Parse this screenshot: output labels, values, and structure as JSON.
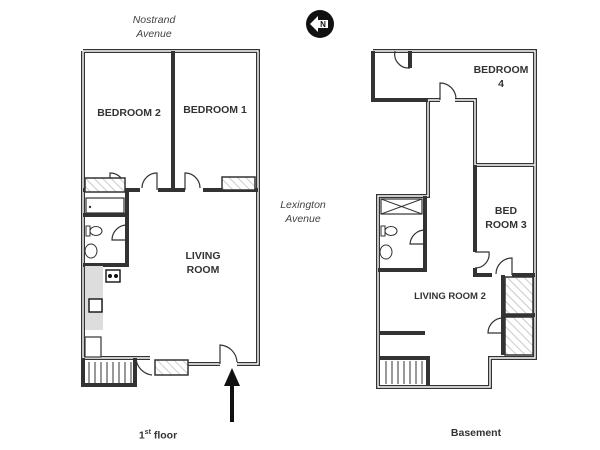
{
  "streets": {
    "north": [
      "Nostrand",
      "Avenue"
    ],
    "east": [
      "Lexington",
      "Avenue"
    ]
  },
  "compass": {
    "icon": "compass-north-arrow-icon",
    "letter": "N"
  },
  "first_floor": {
    "title": "1",
    "title_sup": "st",
    "title_rest": " floor",
    "rooms": {
      "bedroom2": "BEDROOM 2",
      "bedroom1": "BEDROOM 1",
      "living": [
        "LIVING",
        "ROOM"
      ]
    },
    "entrance_icon": "entrance-arrow-icon"
  },
  "basement": {
    "title": "Basement",
    "rooms": {
      "bedroom4": [
        "BEDROOM",
        "4"
      ],
      "bedroom3": [
        "BED",
        "ROOM 3"
      ],
      "living2": "LIVING ROOM 2"
    }
  }
}
